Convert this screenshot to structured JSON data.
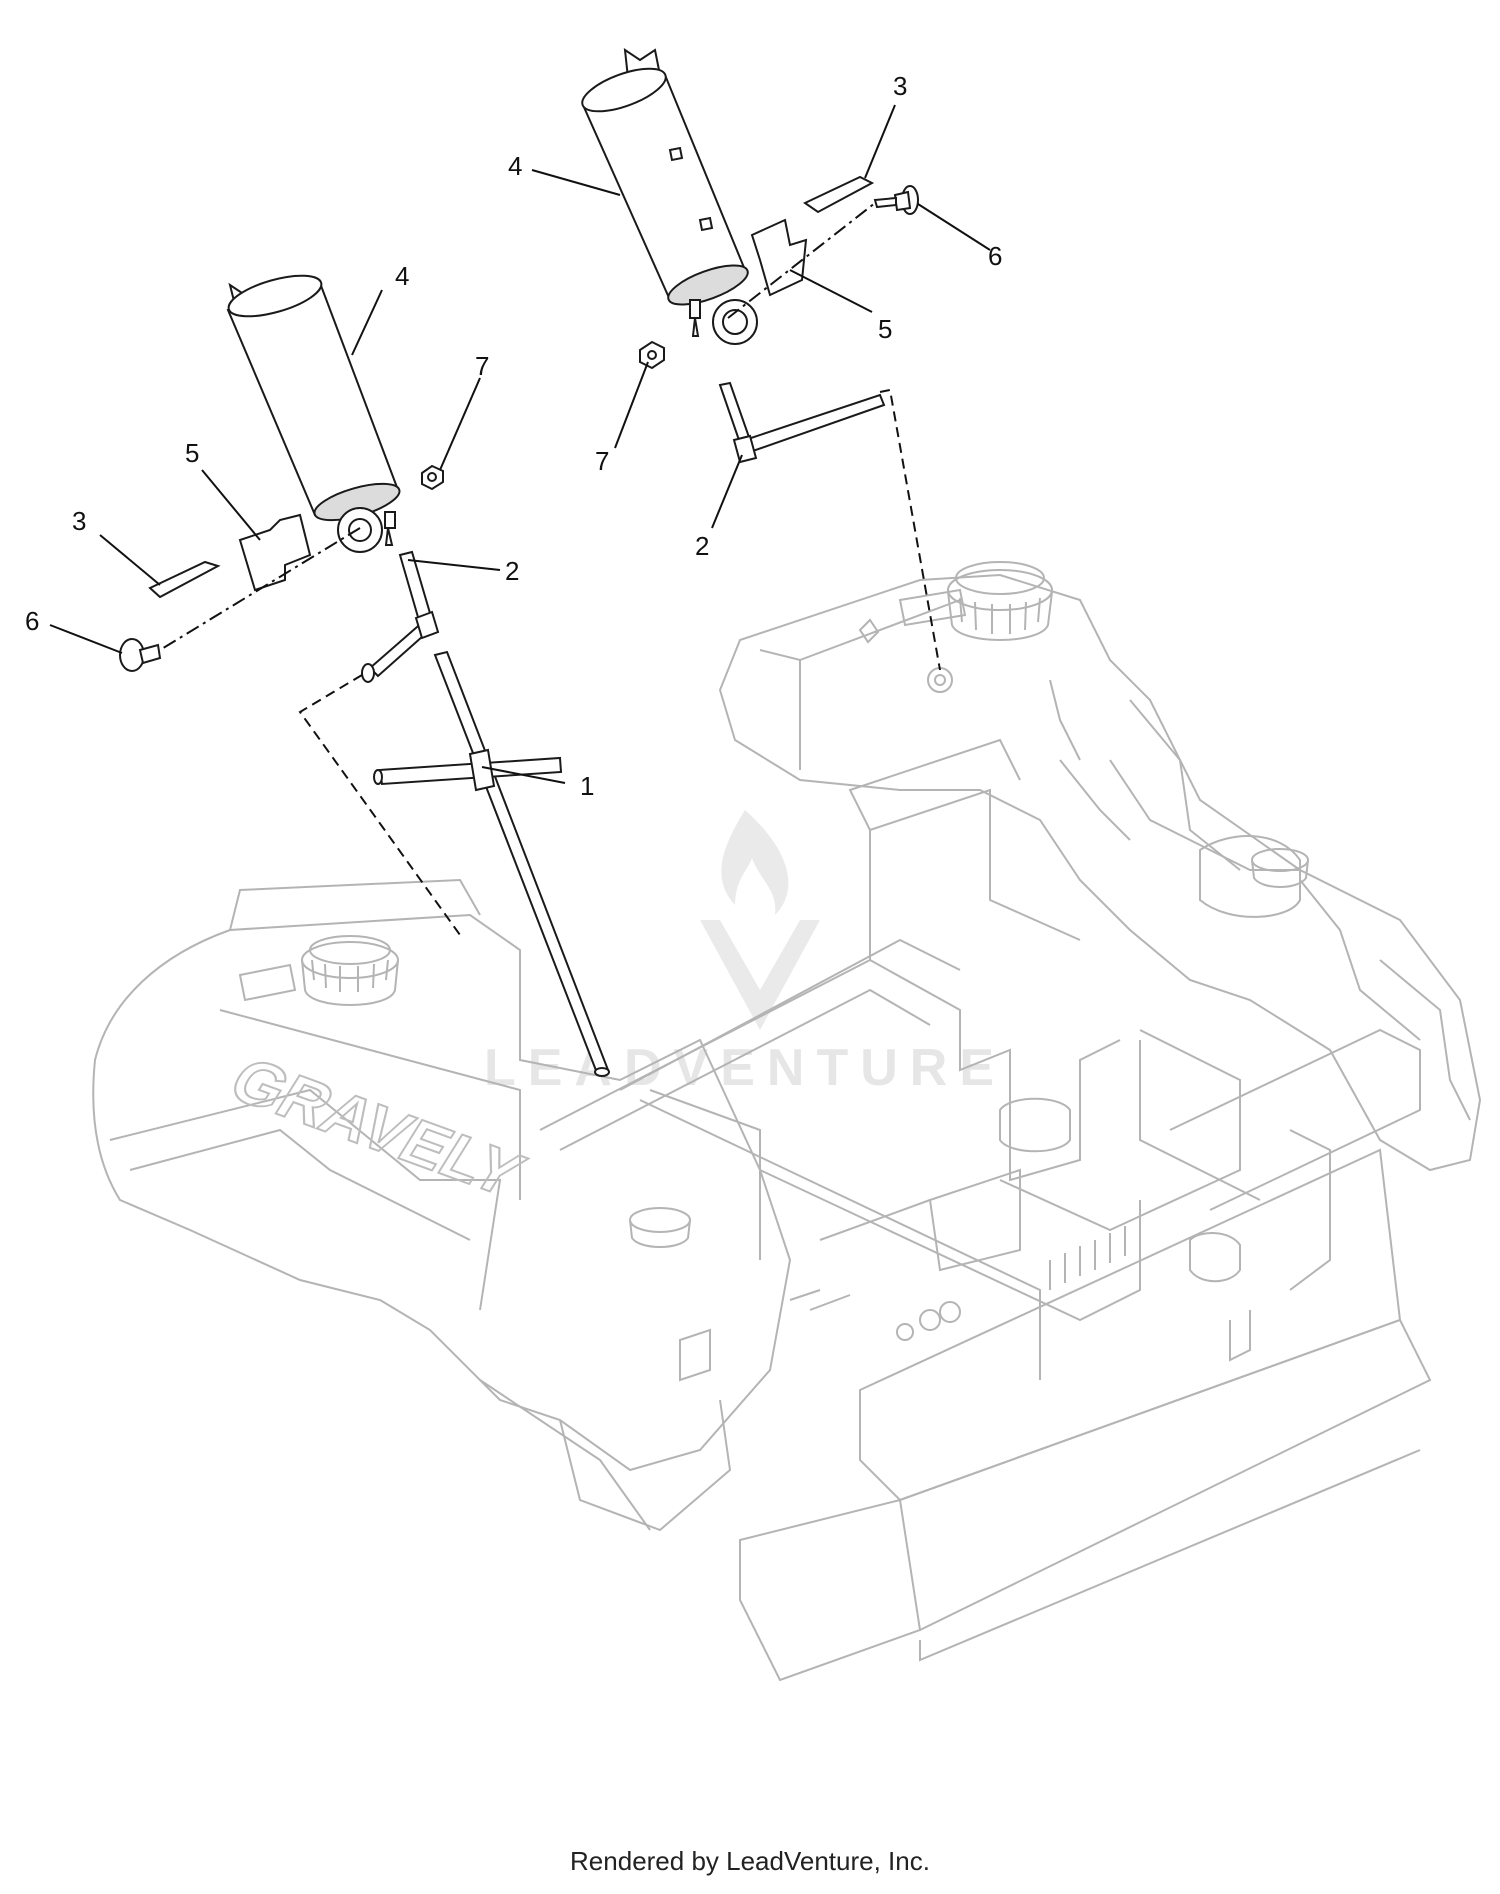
{
  "diagram": {
    "brand_decal": "GRAVELY",
    "watermark": "LEADVENTURE",
    "callouts": [
      "1",
      "2",
      "2",
      "3",
      "3",
      "4",
      "4",
      "5",
      "5",
      "6",
      "6",
      "7",
      "7"
    ]
  },
  "footer": {
    "text": "Rendered by LeadVenture, Inc."
  },
  "icons": {
    "watermark_logo": "leadventure-flame-logo-icon",
    "fuel_cap": "fuel-cap-icon"
  }
}
